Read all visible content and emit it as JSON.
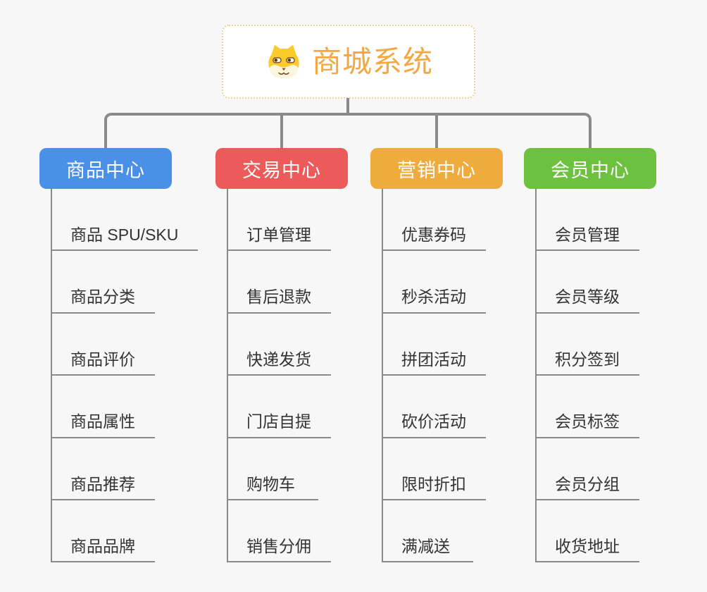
{
  "root": {
    "title": "商城系统",
    "icon": "dog-face-icon"
  },
  "branches": [
    {
      "label": "商品中心",
      "color": "#4A90E8",
      "children": [
        "商品 SPU/SKU",
        "商品分类",
        "商品评价",
        "商品属性",
        "商品推荐",
        "商品品牌"
      ]
    },
    {
      "label": "交易中心",
      "color": "#ED5A5A",
      "children": [
        "订单管理",
        "售后退款",
        "快递发货",
        "门店自提",
        "购物车",
        "销售分佣"
      ]
    },
    {
      "label": "营销中心",
      "color": "#F0AB3E",
      "children": [
        "优惠券码",
        "秒杀活动",
        "拼团活动",
        "砍价活动",
        "限时折扣",
        "满减送"
      ]
    },
    {
      "label": "会员中心",
      "color": "#6CC13F",
      "children": [
        "会员管理",
        "会员等级",
        "积分签到",
        "会员标签",
        "会员分组",
        "收货地址"
      ]
    }
  ],
  "colors": {
    "background": "#F7F7F7",
    "connector": "#8A8A8A",
    "root_title": "#F2A944",
    "root_border": "#F3CE95",
    "topic_text": "#333333",
    "node_text": "#FFFFFF"
  }
}
